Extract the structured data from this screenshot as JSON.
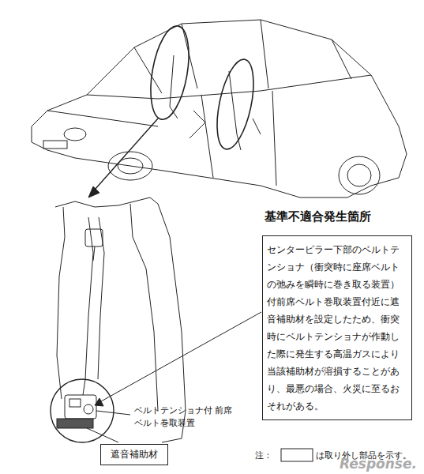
{
  "diagram": {
    "nodes": [
      {
        "text": [
          "基準不適合発生箇所",
          "センターピラー下部のベルトテンショナ（衝突時に座席ベルトの弛みを瞬時に巻き取る装置）付前席ベルト巻取装置付近に遮音補助材を設定したため、衝突時にベルトテンショナが作動した際に発生する高温ガスにより当該補助材が溶損することがあり、最悪の場合、火災に至るおそれがある。"
        ]
      },
      {
        "text": [
          "遮音補助材"
        ]
      }
    ],
    "labels": [
      "ベルトテンショナ付 前席ベルト巻取装置",
      "注：",
      "は取り外し部品を示す。",
      "Response."
    ]
  }
}
